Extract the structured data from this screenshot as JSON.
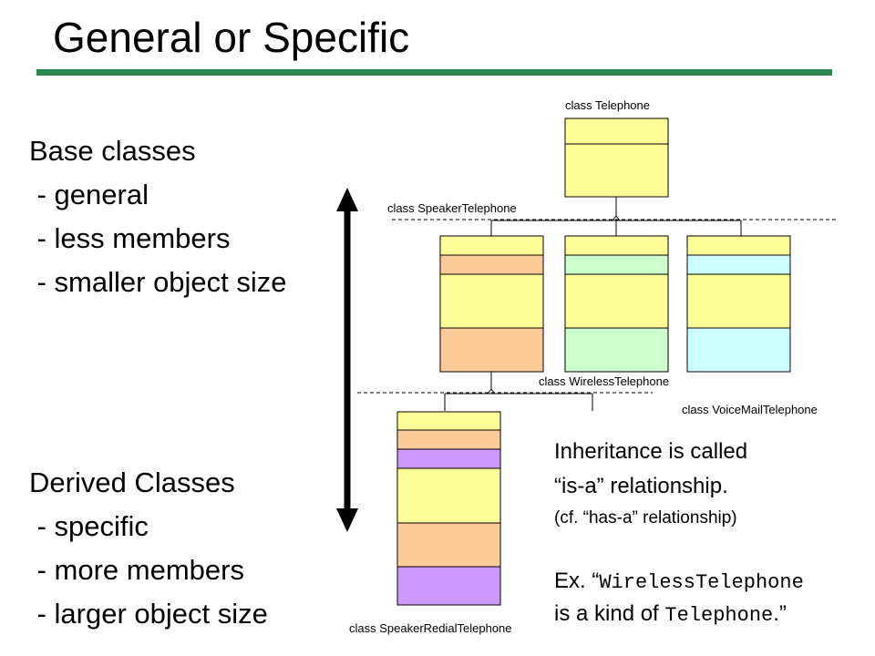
{
  "title": "General or Specific",
  "colors": {
    "title_bar": "#2a8a50",
    "yellow": "#ffff99",
    "orange": "#ffcc99",
    "green": "#ccffcc",
    "cyan": "#ccffff",
    "purple": "#cc99ff"
  },
  "base": {
    "heading": "Base classes",
    "items": [
      " - general",
      " - less members",
      " - smaller object size"
    ]
  },
  "derived": {
    "heading": "Derived Classes",
    "items": [
      " - specific",
      " - more members",
      " - larger object size"
    ]
  },
  "class_labels": {
    "telephone": "class Telephone",
    "speaker": "class SpeakerTelephone",
    "wireless": "class WirelessTelephone",
    "voicemail": "class VoiceMailTelephone",
    "speaker_redial": "class SpeakerRedialTelephone"
  },
  "notes": {
    "line1": "Inheritance is called",
    "line2": "“is-a” relationship.",
    "line3": "(cf. “has-a” relationship)",
    "ex_prefix": "Ex. “",
    "ex_class1": "WirelessTelephone",
    "ex_mid": "is a kind of ",
    "ex_class2": "Telephone",
    "ex_suffix": ".”"
  }
}
